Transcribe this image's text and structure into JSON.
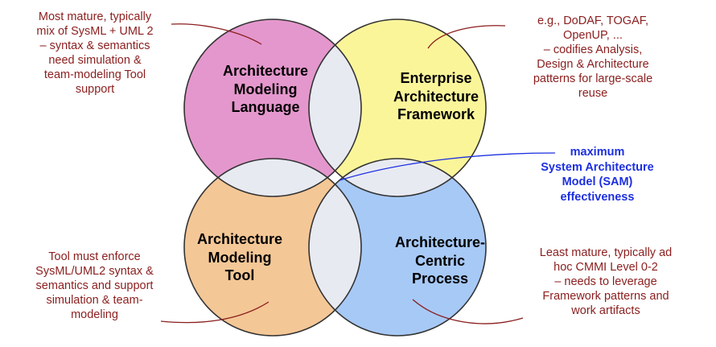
{
  "colors": {
    "language": "#e497cd",
    "framework": "#fbf59a",
    "tool": "#f4c796",
    "process": "#a7c9f6",
    "overlap": "#e8eaf2",
    "center": "#ffffff",
    "note_text": "#8b1e1e",
    "highlight_text": "#1c2fe0"
  },
  "circles": {
    "language": {
      "lines": [
        "Architecture",
        "Modeling",
        "Language"
      ]
    },
    "framework": {
      "lines": [
        "Enterprise",
        "Architecture",
        "Framework"
      ]
    },
    "tool": {
      "lines": [
        "Architecture",
        "Modeling",
        "Tool"
      ]
    },
    "process": {
      "lines": [
        "Architecture-",
        "Centric",
        "Process"
      ]
    }
  },
  "notes": {
    "top_left": [
      "Most mature, typically",
      "mix of SysML + UML 2",
      "– syntax & semantics",
      "need simulation &",
      "team-modeling Tool",
      "support"
    ],
    "top_right": [
      "e.g., DoDAF, TOGAF,",
      "OpenUP, ...",
      "– codifies Analysis,",
      "Design & Architecture",
      "patterns for large-scale",
      "reuse"
    ],
    "bottom_left": [
      "Tool must enforce",
      "SysML/UML2 syntax &",
      "semantics and support",
      "simulation & team-",
      "modeling"
    ],
    "bottom_right": [
      "Least mature, typically ad",
      "hoc CMMI Level 0-2",
      "– needs to leverage",
      "Framework patterns and",
      "work artifacts"
    ]
  },
  "center_callout": [
    "maximum",
    "System Architecture",
    "Model (SAM)",
    "effectiveness"
  ]
}
